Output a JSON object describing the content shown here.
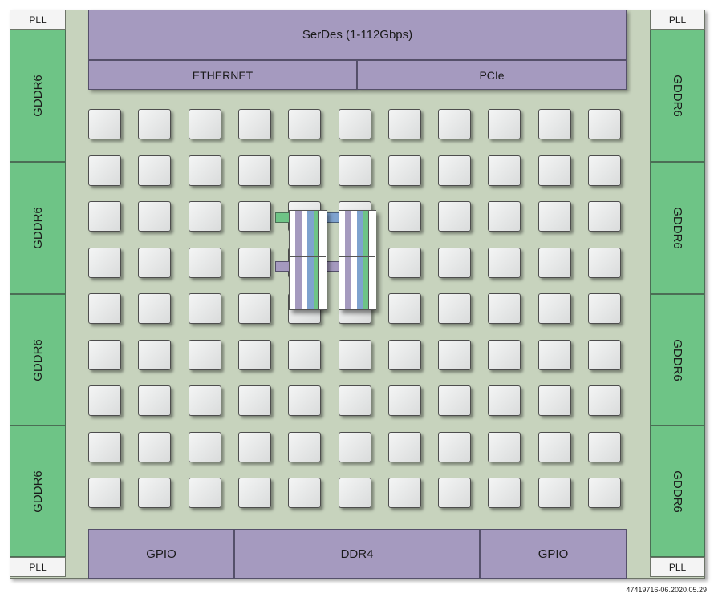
{
  "blocks": {
    "serdes": "SerDes (1-112Gbps)",
    "ethernet": "ETHERNET",
    "pcie": "PCIe",
    "gpio_left": "GPIO",
    "ddr4": "DDR4",
    "gpio_right": "GPIO",
    "pll": "PLL",
    "gddr": "GDDR6"
  },
  "grid": {
    "rows": 9,
    "cols": 11
  },
  "colors": {
    "die": "#c7d3bd",
    "interface_block": "#a59abf",
    "memory_block": "#6ec486",
    "tile": "#e6e8e8",
    "detail_blue": "#7fa3cf"
  },
  "footnote": "47419716-06.2020.05.29"
}
